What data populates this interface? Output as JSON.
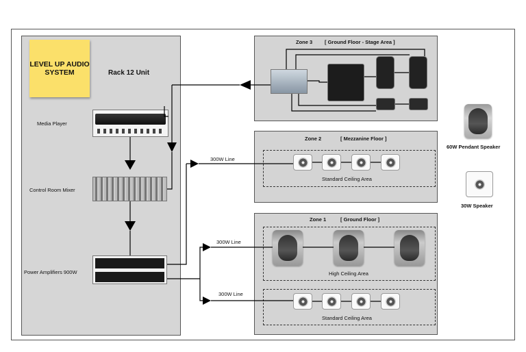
{
  "title_note": "LEVEL UP AUDIO SYSTEM",
  "rack": {
    "title": "Rack 12 Unit",
    "media_player": "Media Player",
    "mixer": "Control Room Mixer",
    "amplifiers": "Power Amplifiers 900W"
  },
  "zone3": {
    "name": "Zone 3",
    "area": "[ Ground Floor - Stage Area ]"
  },
  "zone2": {
    "name": "Zone 2",
    "area": "[ Mezzanine Floor ]",
    "line_label": "300W Line",
    "ceiling_label": "Standard Ceiling Area"
  },
  "zone1": {
    "name": "Zone 1",
    "area": "[ Ground Floor ]",
    "line_label_high": "300W Line",
    "high_label": "High Ceiling Area",
    "line_label_std": "300W Line",
    "std_label": "Standard Ceiling Area"
  },
  "legend": {
    "pendant": "60W Pendant Speaker",
    "ceiling": "30W Speaker"
  },
  "icons": [
    "media-player",
    "mixer",
    "power-amplifier",
    "digital-mixer",
    "subwoofer",
    "loudspeaker",
    "stage-monitor",
    "ceiling-speaker",
    "pendant-speaker"
  ]
}
